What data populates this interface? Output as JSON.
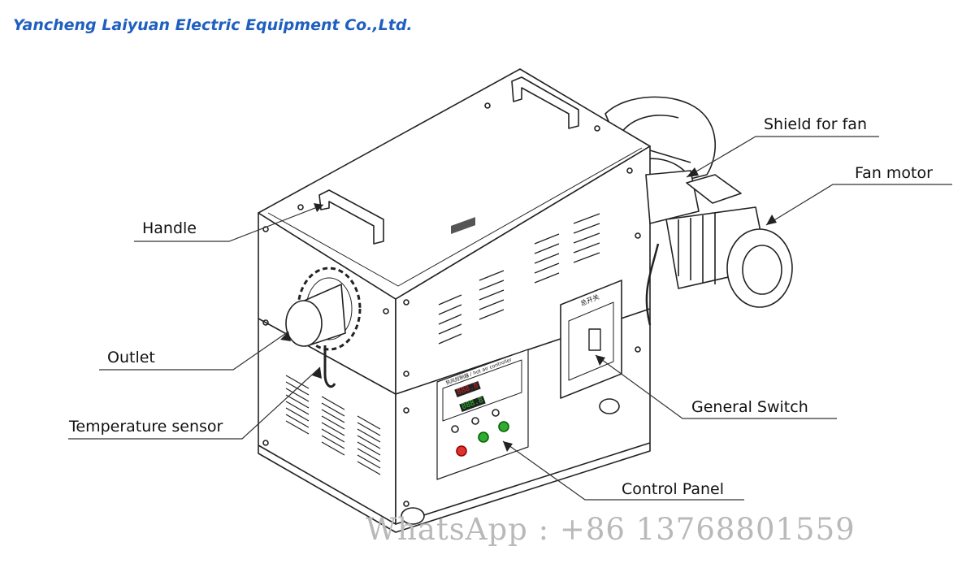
{
  "header": {
    "company": "Yancheng Laiyuan Electric Equipment Co.,Ltd."
  },
  "labels": {
    "shield_for_fan": "Shield for fan",
    "fan_motor": "Fan motor",
    "handle": "Handle",
    "outlet": "Outlet",
    "temperature_sensor": "Temperature sensor",
    "general_switch": "General Switch",
    "control_panel": "Control Panel"
  },
  "panel": {
    "switch_title": "总开关",
    "controller_title": "热风控制器 / hot air controller",
    "display_top": "888.8",
    "display_bottom": "888.8"
  },
  "watermark": "WhatsApp : +86 13768801559",
  "colors": {
    "company": "#1f5fbf",
    "watermark": "#b9b9b9",
    "line": "#222222"
  }
}
